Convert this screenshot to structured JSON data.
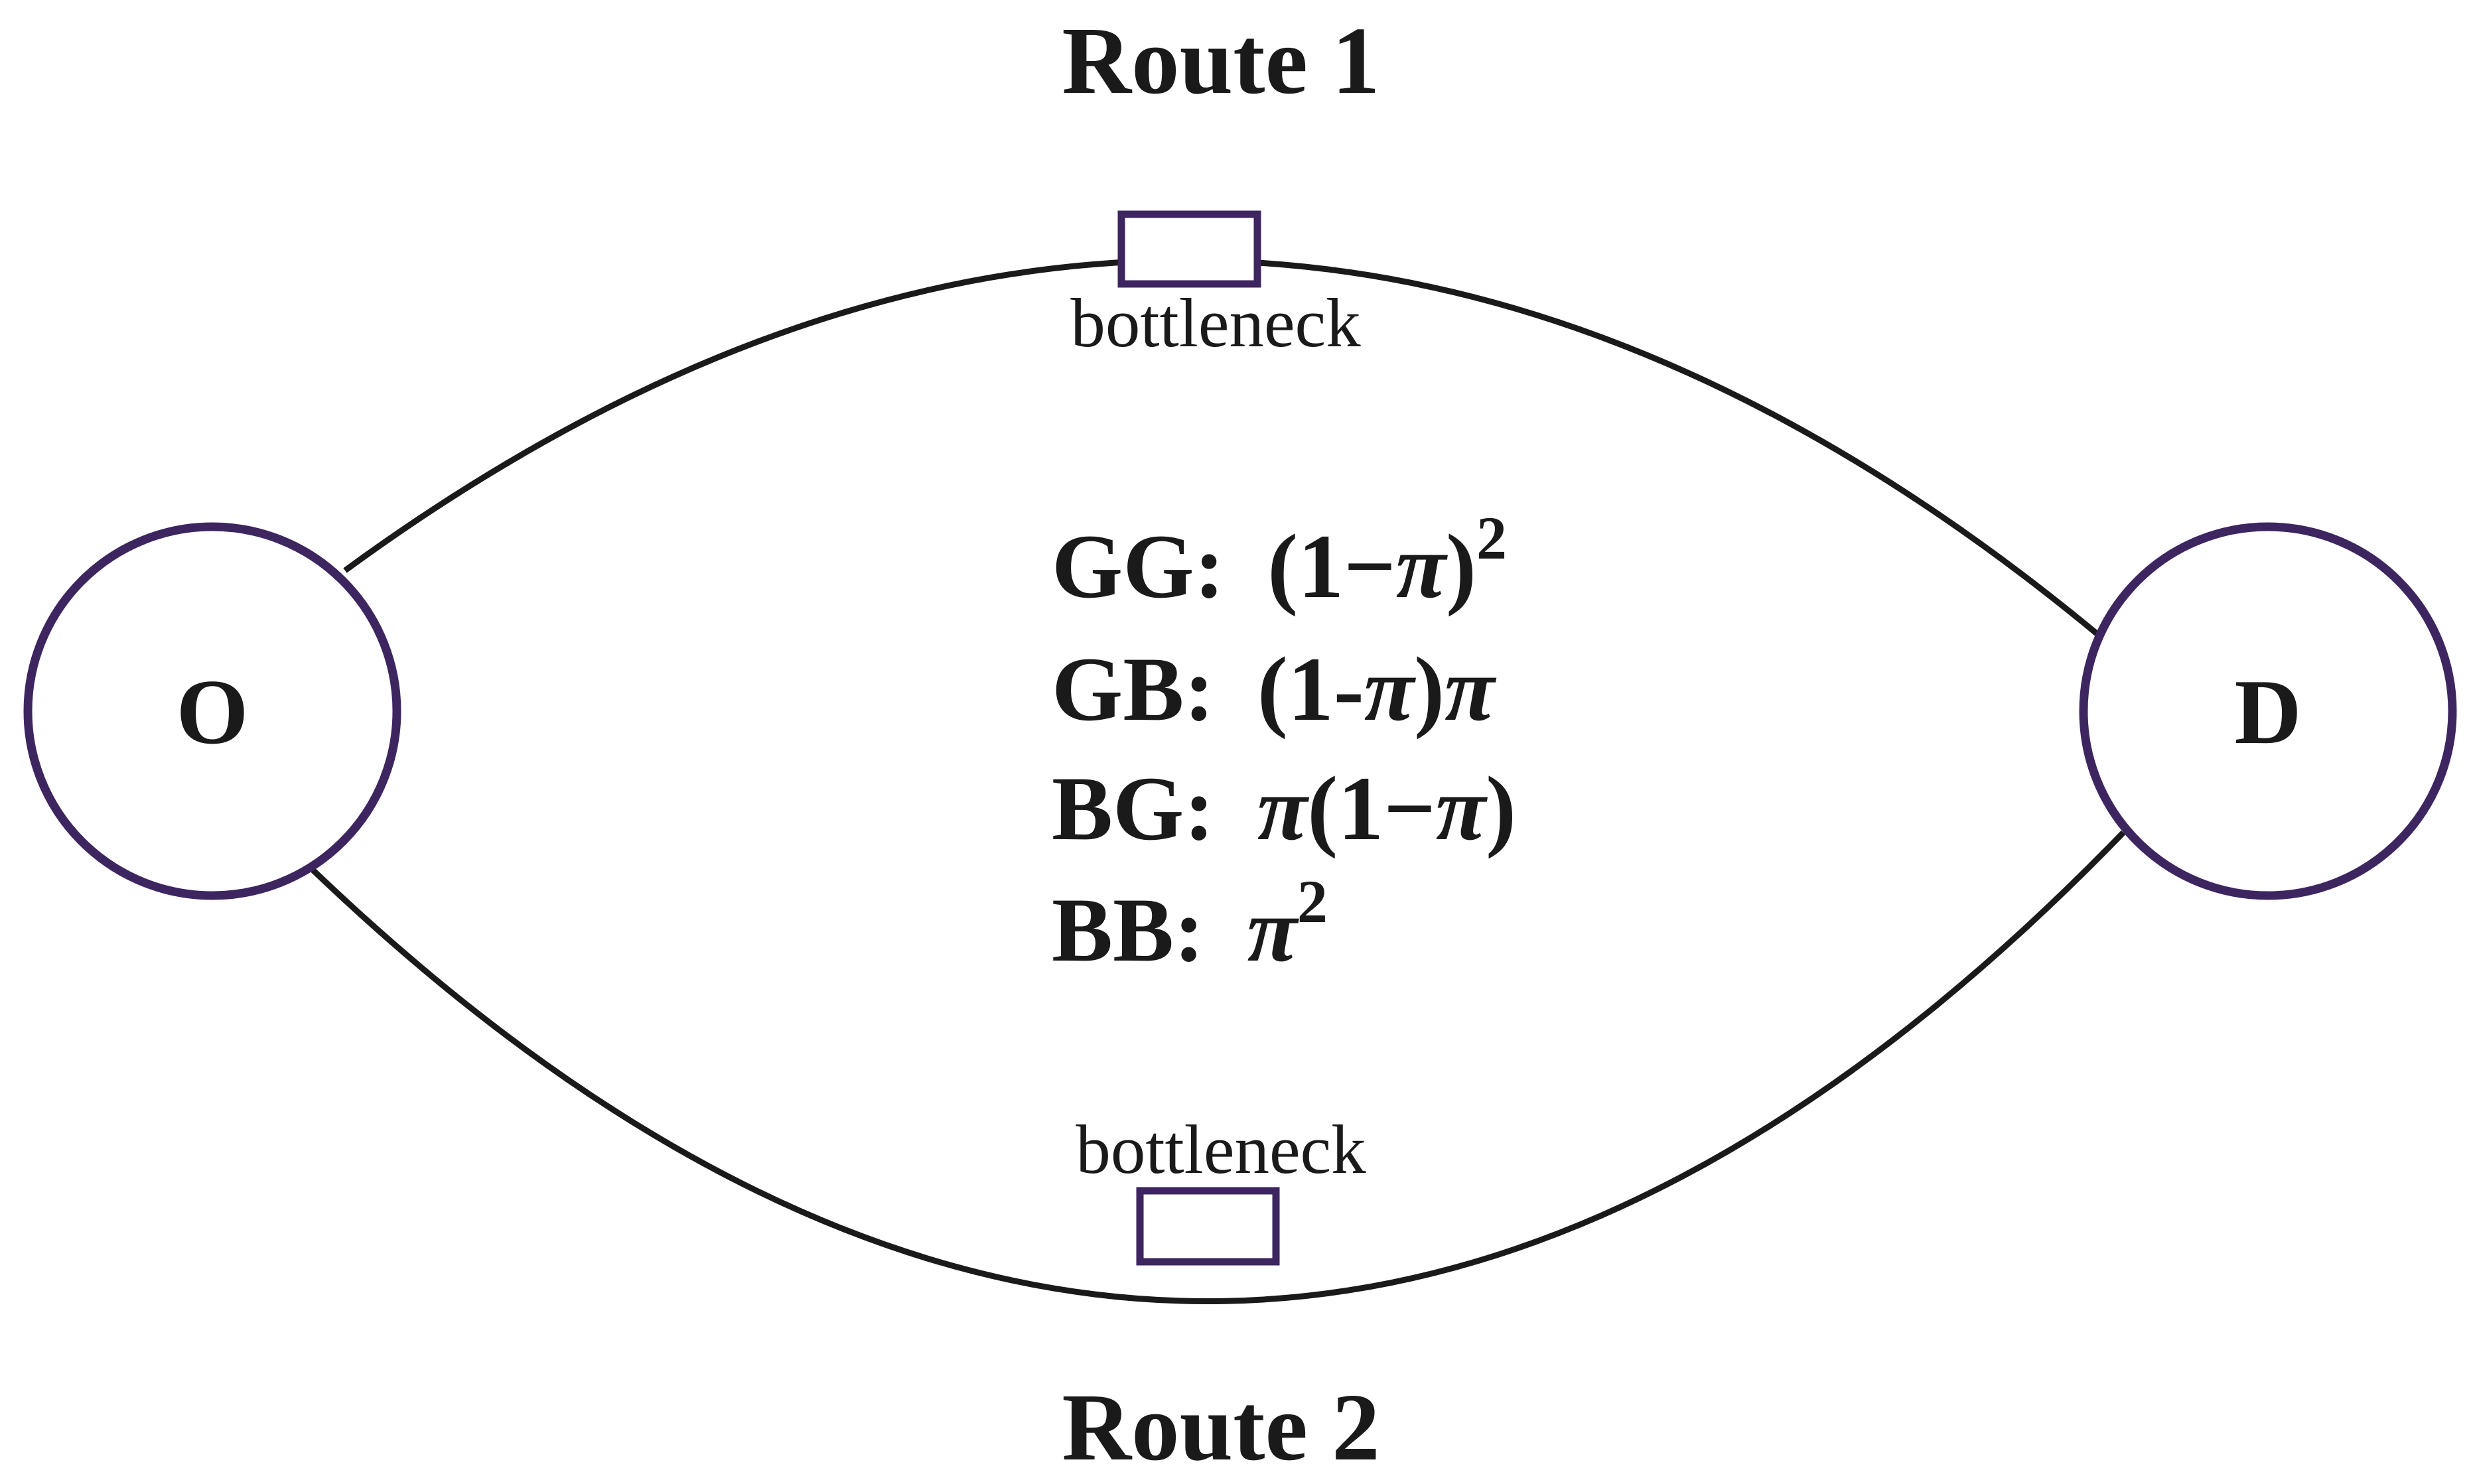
{
  "routes": {
    "route1_title": "Route 1",
    "route2_title": "Route 2"
  },
  "nodes": {
    "origin": "O",
    "destination": "D"
  },
  "bottlenecks": {
    "top_label": "bottleneck",
    "bottom_label": "bottleneck"
  },
  "probabilities": {
    "gg": {
      "label": "GG:",
      "expr_a": "(1−",
      "pi": "π",
      "expr_b": ")",
      "sup": "2"
    },
    "gb": {
      "label": "GB:",
      "expr_a": "(1-",
      "pi1": "π",
      "expr_b": ")",
      "pi2": "π"
    },
    "bg": {
      "label": "BG:",
      "pi1": "π",
      "expr_a": "(1−",
      "pi2": "π",
      "expr_b": ")"
    },
    "bb": {
      "label": "BB:",
      "pi": "π",
      "sup": "2"
    }
  },
  "colors": {
    "node_stroke": "#3d2560",
    "bottleneck_stroke": "#3d2560",
    "curve_stroke": "#1a1a1a",
    "text": "#1a1a1a"
  }
}
